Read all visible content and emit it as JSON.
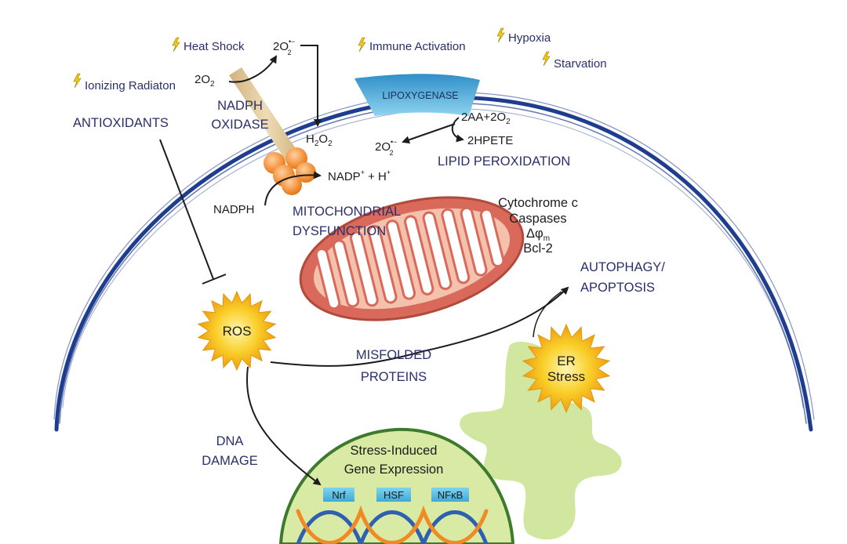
{
  "stimuli": {
    "heat_shock": "Heat Shock",
    "immune_activation": "Immune Activation",
    "hypoxia": "Hypoxia",
    "starvation": "Starvation",
    "ionizing_radiation": "Ionizing Radiaton"
  },
  "labels": {
    "antioxidants": "ANTIOXIDANTS",
    "nadph_oxidase_line1": "NADPH",
    "nadph_oxidase_line2": "OXIDASE",
    "lipoxygenase": "LIPOXYGENASE",
    "lipid_peroxidation": "LIPID PEROXIDATION",
    "mito_line1": "MITOCHONDRIAL",
    "mito_line2": "DYSFUNCTION",
    "cytochrome": "Cytochrome c",
    "caspases": "Caspases",
    "delta_psi": "Δφ",
    "delta_psi_sub": "m",
    "bcl2": "Bcl-2",
    "autophagy_line1": "AUTOPHAGY/",
    "autophagy_line2": "APOPTOSIS",
    "ros": "ROS",
    "misfolded_line1": "MISFOLDED",
    "misfolded_line2": "PROTEINS",
    "er_line1": "ER",
    "er_line2": "Stress",
    "dna_line1": "DNA",
    "dna_line2": "DAMAGE",
    "nucleus_line1": "Stress-Induced",
    "nucleus_line2": "Gene Expression",
    "tf_nrf": "Nrf",
    "tf_hsf": "HSF",
    "tf_nfkb": "NFκB"
  },
  "chem": {
    "o2_in": "2O",
    "o2_in_sub": "2",
    "superoxide_top": "2O",
    "superoxide_top_sub": "2",
    "superoxide_top_sup": "•−",
    "h2o2_h": "H",
    "h2o2_sub1": "2",
    "h2o2_o": "O",
    "h2o2_sub2": "2",
    "nadph": "NADPH",
    "nadp_product": "NADP",
    "nadp_sup": "+",
    "nadp_rest": " + H",
    "h_sup": "+",
    "aa_reaction": "2AA+2O",
    "aa_sub": "2",
    "hpete": "2HPETE",
    "superoxide_lox": "2O",
    "superoxide_lox_sub": "2",
    "superoxide_lox_sup": "•−"
  },
  "colors": {
    "label_navy": "#2a2f6b",
    "membrane_blue": "#1f3d8f",
    "lipoxygenase_blue": "#4aa8d6",
    "ros_yellow": "#f6c21a",
    "nucleus_green": "#d8eaa4",
    "er_green": "#c9e28e",
    "mito_red": "#d9695a",
    "dna_orange": "#f08a24",
    "dna_blue": "#2f5fb0",
    "tf_cyan": "#5fc3e4"
  }
}
